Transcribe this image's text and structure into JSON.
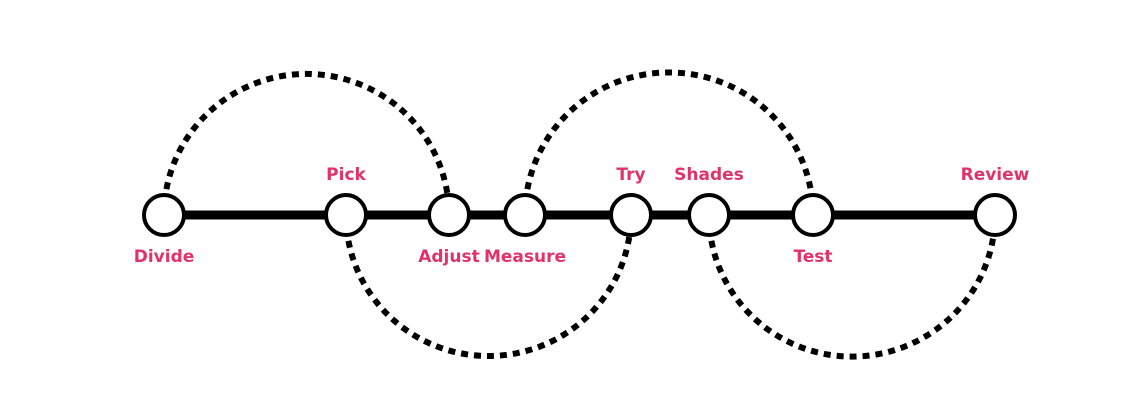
{
  "diagram": {
    "colors": {
      "line": "#000000",
      "node_fill": "#ffffff",
      "label": "#e0336b"
    },
    "nodes": [
      {
        "id": "divide",
        "label": "Divide",
        "label_side": "below"
      },
      {
        "id": "pick",
        "label": "Pick",
        "label_side": "above"
      },
      {
        "id": "adjust",
        "label": "Adjust",
        "label_side": "below"
      },
      {
        "id": "measure",
        "label": "Measure",
        "label_side": "below"
      },
      {
        "id": "try",
        "label": "Try",
        "label_side": "above"
      },
      {
        "id": "shades",
        "label": "Shades",
        "label_side": "above"
      },
      {
        "id": "test",
        "label": "Test",
        "label_side": "below"
      },
      {
        "id": "review",
        "label": "Review",
        "label_side": "above"
      }
    ],
    "arcs": [
      {
        "from": "divide",
        "to": "adjust",
        "side": "above",
        "style": "dotted"
      },
      {
        "from": "pick",
        "to": "try",
        "side": "below",
        "style": "dotted"
      },
      {
        "from": "measure",
        "to": "test",
        "side": "above",
        "style": "dotted"
      },
      {
        "from": "shades",
        "to": "review",
        "side": "below",
        "style": "dotted"
      }
    ]
  }
}
